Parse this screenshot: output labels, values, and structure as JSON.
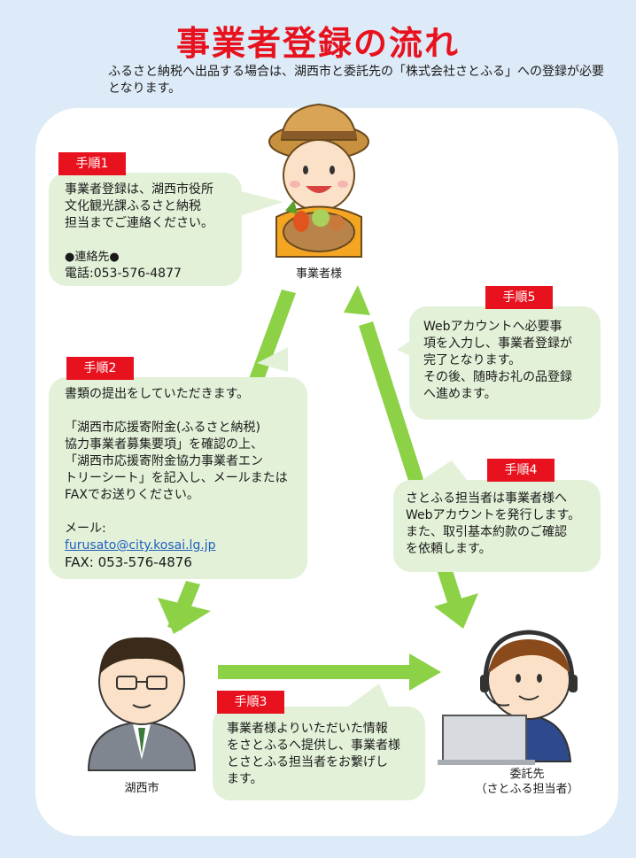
{
  "title": "事業者登録の流れ",
  "intro": "ふるさと納税へ出品する場合は、湖西市と委託先の「株式会社さとふる」への登録が必要となります。",
  "step1": {
    "label": "手順1",
    "line1": "事業者登録は、湖西市役所",
    "line2": "文化観光課ふるさと納税",
    "line3": "担当までご連絡ください。",
    "contact_heading": "●連絡先●",
    "phone": "電話:053-576-4877"
  },
  "step2": {
    "label": "手順2",
    "line1": "書類の提出をしていただきます。",
    "line2": "「湖西市応援寄附金(ふるさと納税)",
    "line3": "協力事業者募集要項」を確認の上、",
    "line4": "「湖西市応援寄附金協力事業者エン",
    "line5": "トリーシート」を記入し、メールまたは",
    "line6": "FAXでお送りください。",
    "mail_label": "メール:",
    "email": "furusato@city.kosai.lg.jp",
    "fax": "FAX: 053-576-4876"
  },
  "step3": {
    "label": "手順3",
    "line1": "事業者様よりいただいた情報",
    "line2": "をさとふるへ提供し、事業者様",
    "line3": "とさとふる担当者をお繋げし",
    "line4": "ます。"
  },
  "step4": {
    "label": "手順4",
    "line1": "さとふる担当者は事業者様へ",
    "line2": "Webアカウントを発行します。",
    "line3": "また、取引基本約款のご確認",
    "line4": "を依頼します。"
  },
  "step5": {
    "label": "手順5",
    "line1": "Webアカウントへ必要事",
    "line2": "項を入力し、事業者登録が",
    "line3": "完了となります。",
    "line4": "その後、随時お礼の品登録",
    "line5": "へ進めます。"
  },
  "captions": {
    "business": "事業者様",
    "city": "湖西市",
    "agent_line1": "委託先",
    "agent_line2": "（さとふる担当者）"
  },
  "colors": {
    "title": "#e8121f",
    "step_badge": "#e8121f",
    "bubble": "#e3f1d8",
    "arrow": "#8cd146",
    "background": "#ddeaf7"
  }
}
